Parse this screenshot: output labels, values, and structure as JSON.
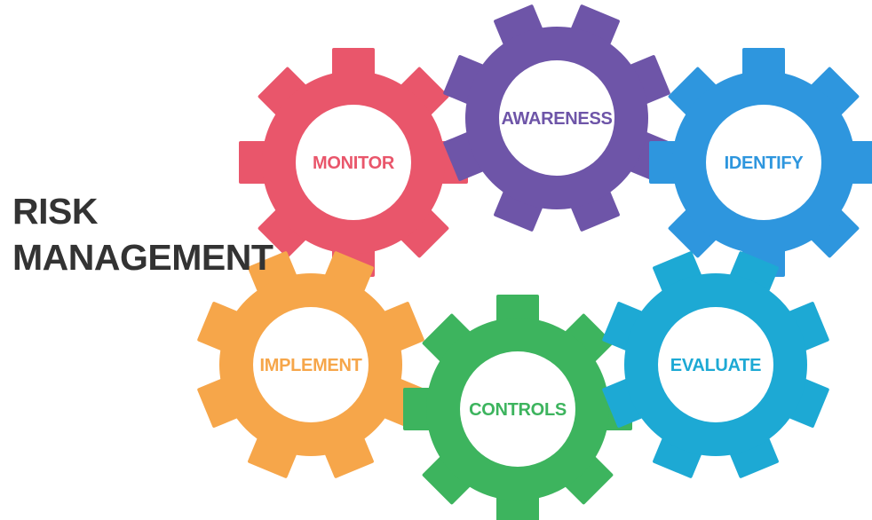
{
  "title": {
    "line1": "RISK",
    "line2": "MANAGEMENT"
  },
  "gears": [
    {
      "id": "monitor",
      "label": "MONITOR",
      "color": "#E9566B"
    },
    {
      "id": "awareness",
      "label": "AWARENESS",
      "color": "#6E55A8"
    },
    {
      "id": "identify",
      "label": "IDENTIFY",
      "color": "#2E96DE"
    },
    {
      "id": "implement",
      "label": "IMPLEMENT",
      "color": "#F6A64A"
    },
    {
      "id": "controls",
      "label": "CONTROLS",
      "color": "#3DB45E"
    },
    {
      "id": "evaluate",
      "label": "EVALUATE",
      "color": "#1DA9D4"
    }
  ]
}
